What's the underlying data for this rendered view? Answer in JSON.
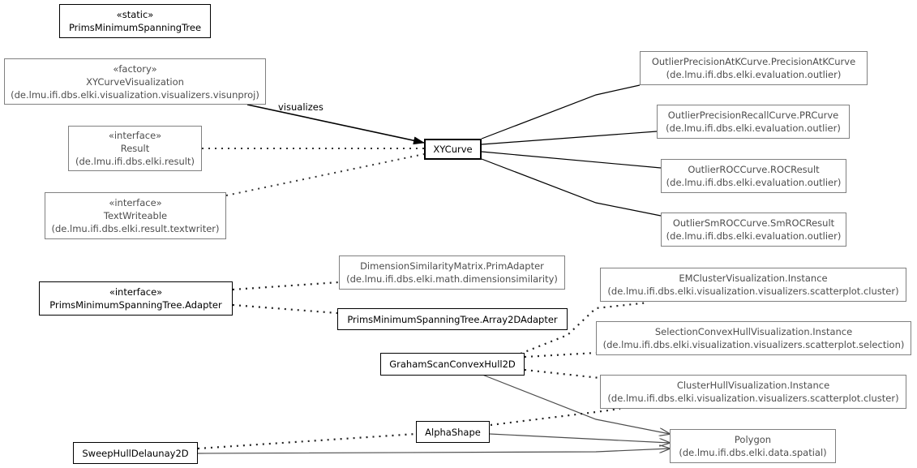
{
  "nodes": {
    "prims_static": {
      "stereotype": "«static»",
      "name": "PrimsMinimumSpanningTree",
      "package": ""
    },
    "xycurve_vis": {
      "stereotype": "«factory»",
      "name": "XYCurveVisualization",
      "package": "(de.lmu.ifi.dbs.elki.visualization.visualizers.visunproj)"
    },
    "result": {
      "stereotype": "«interface»",
      "name": "Result",
      "package": "(de.lmu.ifi.dbs.elki.result)"
    },
    "textwriteable": {
      "stereotype": "«interface»",
      "name": "TextWriteable",
      "package": "(de.lmu.ifi.dbs.elki.result.textwriter)"
    },
    "xycurve": {
      "stereotype": "",
      "name": "XYCurve",
      "package": ""
    },
    "precision_at_k": {
      "stereotype": "",
      "name": "OutlierPrecisionAtKCurve.PrecisionAtKCurve",
      "package": "(de.lmu.ifi.dbs.elki.evaluation.outlier)"
    },
    "pr_curve": {
      "stereotype": "",
      "name": "OutlierPrecisionRecallCurve.PRCurve",
      "package": "(de.lmu.ifi.dbs.elki.evaluation.outlier)"
    },
    "roc_result": {
      "stereotype": "",
      "name": "OutlierROCCurve.ROCResult",
      "package": "(de.lmu.ifi.dbs.elki.evaluation.outlier)"
    },
    "smroc_result": {
      "stereotype": "",
      "name": "OutlierSmROCCurve.SmROCResult",
      "package": "(de.lmu.ifi.dbs.elki.evaluation.outlier)"
    },
    "prims_adapter": {
      "stereotype": "«interface»",
      "name": "PrimsMinimumSpanningTree.Adapter",
      "package": ""
    },
    "prim_adapter": {
      "stereotype": "",
      "name": "DimensionSimilarityMatrix.PrimAdapter",
      "package": "(de.lmu.ifi.dbs.elki.math.dimensionsimilarity)"
    },
    "array2d_adapter": {
      "stereotype": "",
      "name": "PrimsMinimumSpanningTree.Array2DAdapter",
      "package": ""
    },
    "em_cluster": {
      "stereotype": "",
      "name": "EMClusterVisualization.Instance",
      "package": "(de.lmu.ifi.dbs.elki.visualization.visualizers.scatterplot.cluster)"
    },
    "selection_hull": {
      "stereotype": "",
      "name": "SelectionConvexHullVisualization.Instance",
      "package": "(de.lmu.ifi.dbs.elki.visualization.visualizers.scatterplot.selection)"
    },
    "graham_scan": {
      "stereotype": "",
      "name": "GrahamScanConvexHull2D",
      "package": ""
    },
    "cluster_hull": {
      "stereotype": "",
      "name": "ClusterHullVisualization.Instance",
      "package": "(de.lmu.ifi.dbs.elki.visualization.visualizers.scatterplot.cluster)"
    },
    "alpha_shape": {
      "stereotype": "",
      "name": "AlphaShape",
      "package": ""
    },
    "polygon": {
      "stereotype": "",
      "name": "Polygon",
      "package": "(de.lmu.ifi.dbs.elki.data.spatial)"
    },
    "sweep_hull": {
      "stereotype": "",
      "name": "SweepHullDelaunay2D",
      "package": ""
    }
  },
  "edge_labels": {
    "visualizes": "visualizes"
  }
}
